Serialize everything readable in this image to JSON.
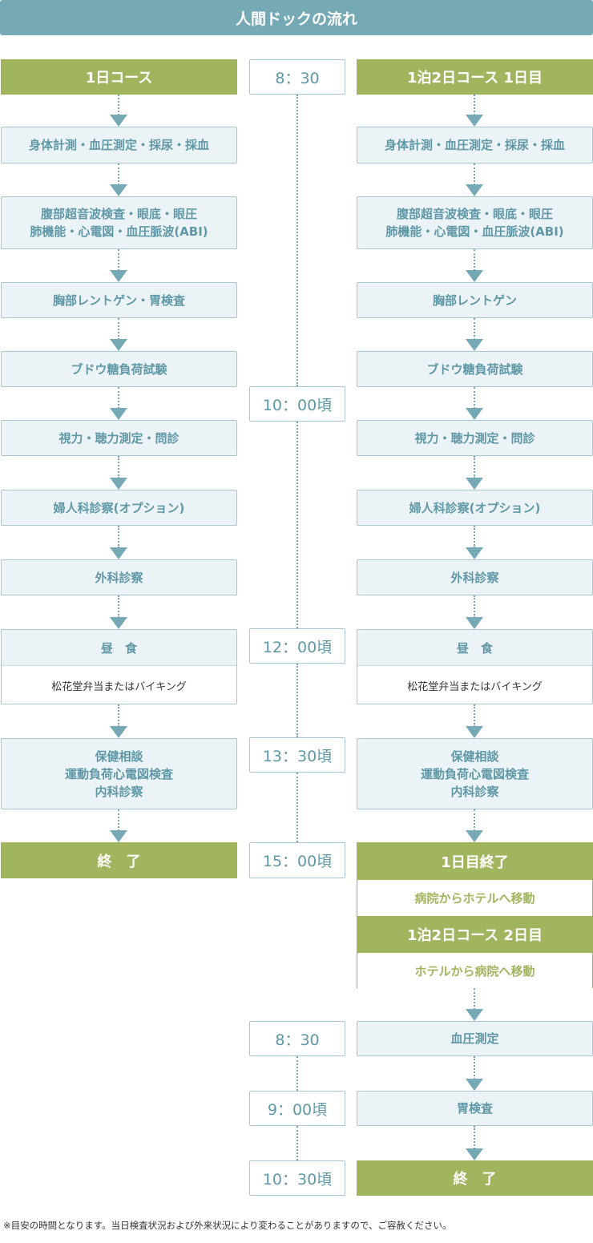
{
  "header": {
    "title": "人間ドックの流れ"
  },
  "left": {
    "course_title": "1日コース",
    "steps": [
      [
        "身体計測・血圧測定・採尿・採血"
      ],
      [
        "腹部超音波検査・眼底・眼圧",
        "肺機能・心電図・血圧脈波(ABI)"
      ],
      [
        "胸部レントゲン・胃検査"
      ],
      [
        "ブドウ糖負荷試験"
      ],
      [
        "視力・聴力測定・問診"
      ],
      [
        "婦人科診察(オプション)"
      ],
      [
        "外科診察"
      ]
    ],
    "lunch": {
      "title": "昼　食",
      "desc": "松花堂弁当またはバイキング"
    },
    "after_lunch": [
      "保健相談",
      "運動負荷心電図検査",
      "内科診察"
    ],
    "end": "終　了"
  },
  "right": {
    "course_title": "1泊2日コース  1日目",
    "steps": [
      [
        "身体計測・血圧測定・採尿・採血"
      ],
      [
        "腹部超音波検査・眼底・眼圧",
        "肺機能・心電図・血圧脈波(ABI)"
      ],
      [
        "胸部レントゲン"
      ],
      [
        "ブドウ糖負荷試験"
      ],
      [
        "視力・聴力測定・問診"
      ],
      [
        "婦人科診察(オプション)"
      ],
      [
        "外科診察"
      ]
    ],
    "lunch": {
      "title": "昼　食",
      "desc": "松花堂弁当またはバイキング"
    },
    "after_lunch": [
      "保健相談",
      "運動負荷心電図検査",
      "内科診察"
    ],
    "day1_end": "1日目終了",
    "move_to_hotel": "病院からホテルへ移動",
    "day2_title": "1泊2日コース  2日目",
    "move_to_hospital": "ホテルから病院へ移動",
    "day2_steps": [
      "血圧測定",
      "胃検査"
    ],
    "end": "終　了"
  },
  "times": [
    "8：30",
    "10：00頃",
    "12：00頃",
    "13：30頃",
    "15：00頃",
    "8：30",
    "9：00頃",
    "10：30頃"
  ],
  "note": "※目安の時間となります。当日検査状況および外来状況により変わることがありますので、ご容赦ください。"
}
